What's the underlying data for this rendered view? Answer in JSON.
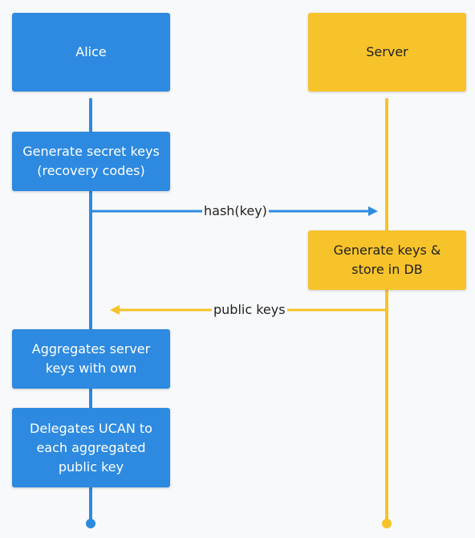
{
  "participants": {
    "alice": {
      "label": "Alice",
      "color": "#2d8ae0"
    },
    "server": {
      "label": "Server",
      "color": "#f7c32a"
    }
  },
  "alice_steps": {
    "generate": "Generate secret keys\n(recovery codes)",
    "aggregate": "Aggregates server\nkeys with own",
    "delegate": "Delegates UCAN to\neach aggregated\npublic key"
  },
  "server_steps": {
    "store": "Generate keys &\nstore in DB"
  },
  "messages": {
    "hash": "hash(key)",
    "public_keys": "public keys"
  }
}
